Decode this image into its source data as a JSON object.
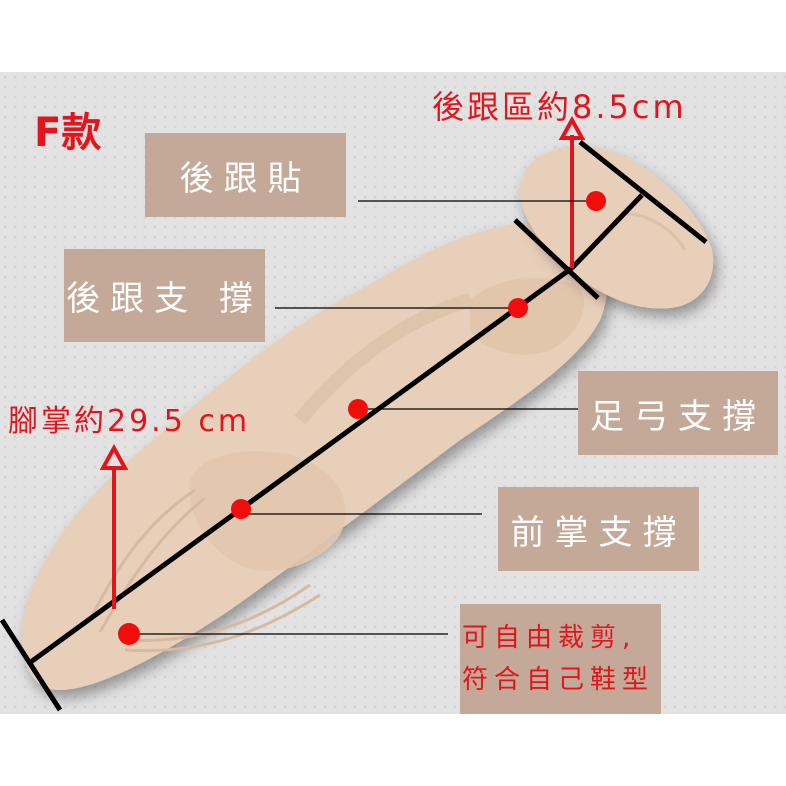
{
  "title": "F款",
  "measurements": {
    "heel_length": "後跟區約8.5cm",
    "sole_length": "腳掌約29.5 cm"
  },
  "labels": {
    "heel_pad": "後跟貼",
    "heel_support": "後跟支 撐",
    "arch_support": "足弓支撐",
    "forefoot_support": "前掌支撐",
    "trim_note_line1": "可自由裁剪,",
    "trim_note_line2": "符合自己鞋型"
  },
  "colors": {
    "accent_red": "#e0161c",
    "label_box": "#c4a999",
    "insole": "#e8cfba",
    "panel_bg": "#e2e2e3"
  }
}
